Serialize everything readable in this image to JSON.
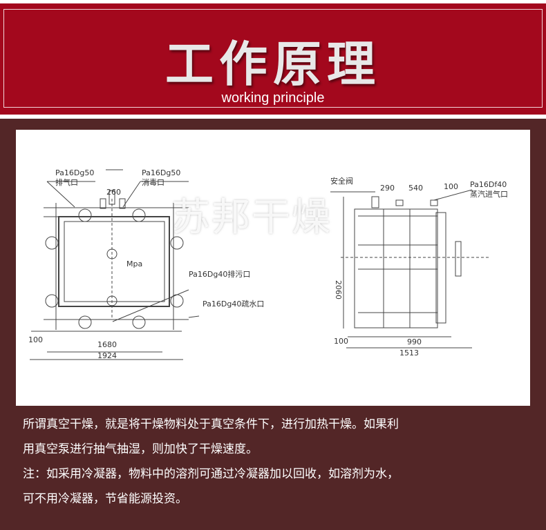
{
  "header": {
    "title": "工作原理",
    "subtitle": "working principle"
  },
  "watermark": "苏邦干燥",
  "diagram": {
    "front": {
      "exhaust_spec": "Pa16Dg50",
      "exhaust_label": "排气口",
      "disinfect_spec": "Pa16Dg50",
      "disinfect_label": "消毒口",
      "dim_top": "260",
      "gauge": "Mpa",
      "sewage": "Pa16Dg40排污口",
      "drain": "Pa16Dg40疏水口",
      "dim_left": "100",
      "dim_inner": "1680",
      "dim_outer": "1924"
    },
    "side": {
      "safety_valve": "安全阀",
      "dim_a": "290",
      "dim_b": "540",
      "dim_c": "100",
      "steam_spec": "Pa16Df40",
      "steam_label": "蒸汽进气口",
      "height": "2060",
      "dim_left": "100",
      "dim_inner": "990",
      "dim_outer": "1513"
    }
  },
  "description": [
    "所谓真空干燥，就是将干燥物料处于真空条件下，进行加热干燥。如果利",
    "用真空泵进行抽气抽湿，则加快了干燥速度。",
    "注：如采用冷凝器，物料中的溶剂可通过冷凝器加以回收，如溶剂为水，",
    "可不用冷凝器，节省能源投资。"
  ]
}
